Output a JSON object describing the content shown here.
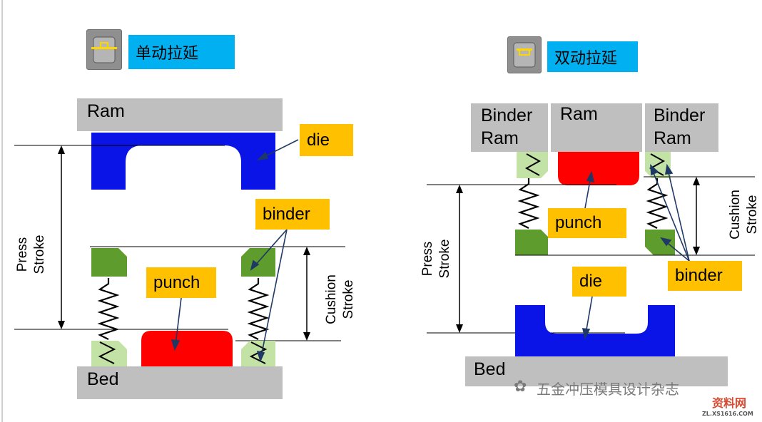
{
  "left": {
    "title": "单动拉延",
    "ram": "Ram",
    "bed": "Bed",
    "die": "die",
    "binder": "binder",
    "punch": "punch",
    "press_stroke": "Press\nStroke",
    "cushion_stroke": "Cushion\nStroke"
  },
  "right": {
    "title": "双动拉延",
    "binder_ram_left": "Binder\nRam",
    "ram": "Ram",
    "binder_ram_right": "Binder\nRam",
    "punch": "punch",
    "die": "die",
    "binder": "binder",
    "bed": "Bed",
    "press_stroke": "Press\nStroke",
    "cushion_stroke": "Cushion\nStroke"
  },
  "watermark": {
    "text": "五金冲压模具设计杂志",
    "logo_text": "资料网",
    "logo_url_text": "ZL.XS1616.COM"
  },
  "colors": {
    "blue_die": "#0a14e6",
    "red_punch": "#ff0000",
    "green_binder": "#5e9c2e",
    "light_green": "#c3e3a6",
    "gray_plate": "#bfbfbf",
    "callout": "#ffc000",
    "title_bg": "#00b0f0"
  }
}
